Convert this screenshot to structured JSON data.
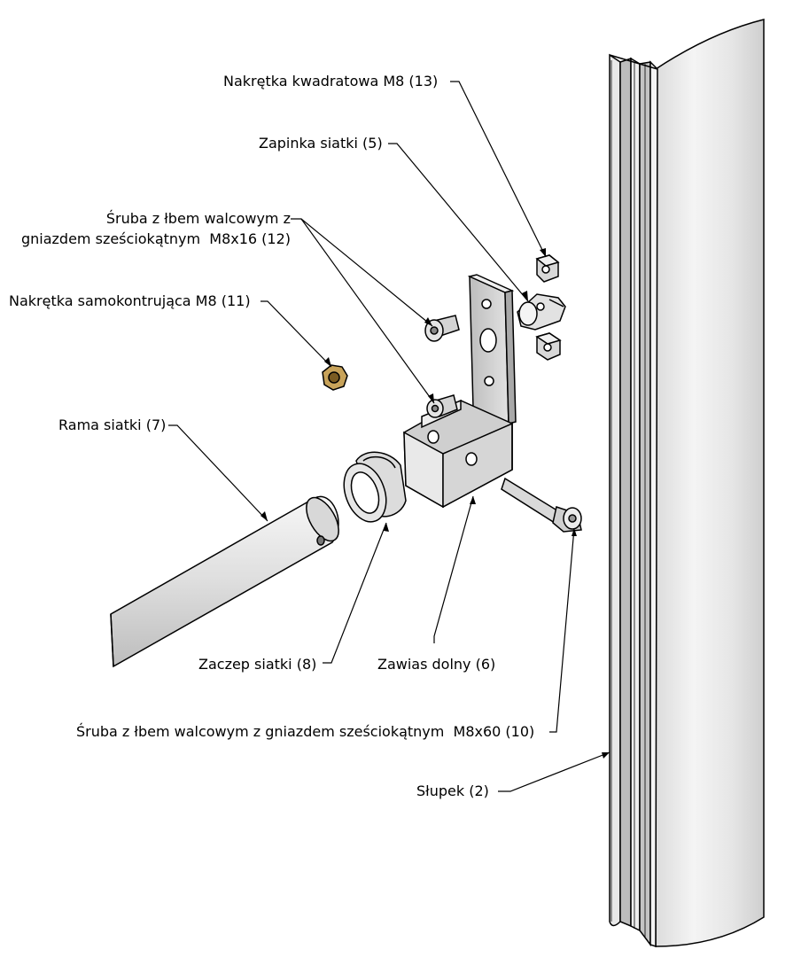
{
  "labels": {
    "nut_square": "Nakrętka kwadratowa M8 (13)",
    "clip_mesh": "Zapinka siatki (5)",
    "screw_m8x16_line1": "Śruba z łbem walcowym z",
    "screw_m8x16_line2": "gniazdem sześciokątnym  M8x16 (12)",
    "nut_selflock": "Nakrętka samokontrująca M8 (11)",
    "frame": "Rama siatki (7)",
    "hook": "Zaczep siatki (8)",
    "hinge": "Zawias dolny (6)",
    "screw_m8x60": "Śruba z łbem walcowym z gniazdem sześciokątnym  M8x60 (10)",
    "post": "Słupek (2)"
  },
  "colors": {
    "line": "#000000",
    "metal_light": "#f2f2f2",
    "metal_mid": "#cfcfcf",
    "metal_dark": "#9a9a9a",
    "nut_brass": "#c8a35a"
  }
}
